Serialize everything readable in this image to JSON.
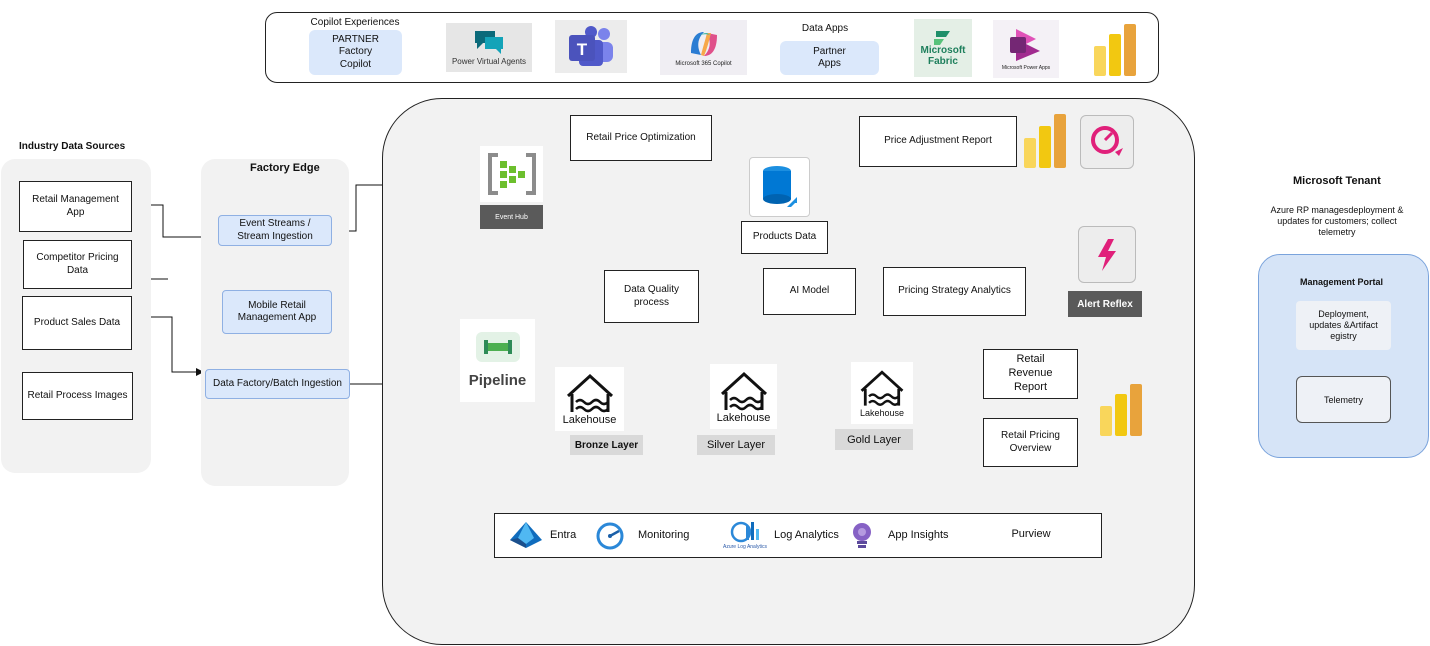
{
  "copilot_bar": {
    "copilot_heading": "Copilot Experiences",
    "partner_copilot": "PARTNER Factory Copilot",
    "pva_label": "Power Virtual Agents",
    "m365_label": "Microsoft 365 Copilot",
    "data_apps_heading": "Data Apps",
    "partner_apps": "Partner Apps",
    "fabric_label": "Microsoft Fabric",
    "power_apps_label": "Microsoft Power Apps"
  },
  "industry": {
    "heading": "Industry Data Sources",
    "items": [
      "Retail Management App",
      "Competitor Pricing Data",
      "Product Sales Data",
      "Retail Process Images"
    ]
  },
  "edge": {
    "heading": "Factory Edge",
    "event_streams": "Event Streams / Stream Ingestion",
    "mobile_app": "Mobile Retail Management App",
    "data_factory": "Data Factory/Batch Ingestion"
  },
  "fabric": {
    "event_hub": "Event Hub",
    "retail_price_opt": "Retail Price Optimization",
    "products_data": "Products Data",
    "price_adjustment_report": "Price Adjustment Report",
    "alert_reflex": "Alert Reflex",
    "data_quality": "Data Quality process",
    "ai_model": "AI Model",
    "pricing_strategy": "Pricing Strategy Analytics",
    "pipeline": "Pipeline",
    "lakehouse_label": "Lakehouse",
    "bronze": "Bronze Layer",
    "silver": "Silver Layer",
    "gold": "Gold Layer",
    "retail_revenue_report": "Retail Revenue Report",
    "retail_pricing_overview": "Retail Pricing Overview",
    "governance": {
      "entra": "Entra",
      "monitoring": "Monitoring",
      "log_analytics": "Log Analytics",
      "log_analytics_caption": "Azure Log Analytics",
      "app_insights": "App Insights",
      "purview": "Purview"
    }
  },
  "tenant": {
    "heading": "Microsoft Tenant",
    "description": "Azure RP managesdeployment & updates for customers; collect telemetry",
    "portal_heading": "Management Portal",
    "deployment": "Deployment, updates &Artifact egistry",
    "telemetry": "Telemetry"
  },
  "colors": {
    "blue_fill": "#dbe8fb",
    "tenant_fill": "#d6e4f7",
    "panel_grey": "#f2f2f2",
    "powerbi_yellow": "#f2c811",
    "fabric_green": "#4caf50",
    "event_hub_green": "#6cbf2d"
  }
}
